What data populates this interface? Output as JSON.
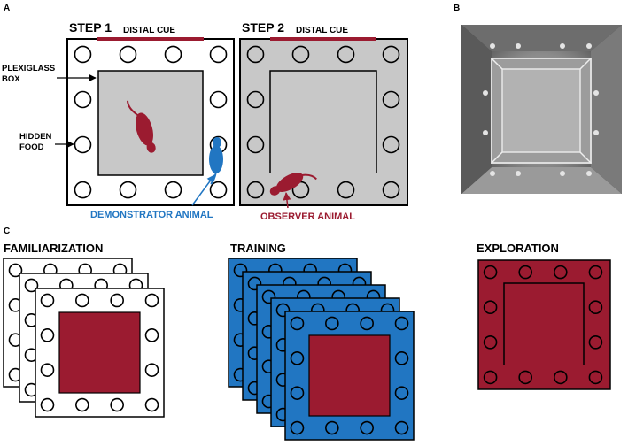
{
  "panels": {
    "a_letter": "A",
    "b_letter": "B",
    "c_letter": "C"
  },
  "step1": {
    "title": "STEP 1",
    "cue": "DISTAL CUE",
    "plexiglass_label_line1": "PLEXIGLASS",
    "plexiglass_label_line2": "BOX",
    "food_label_line1": "HIDDEN",
    "food_label_line2": "FOOD",
    "demonstrator_label": "DEMONSTRATOR ANIMAL"
  },
  "step2": {
    "title": "STEP 2",
    "cue": "DISTAL CUE",
    "observer_label": "OBSERVER ANIMAL"
  },
  "phases": {
    "familiarization": "FAMILIARIZATION",
    "training": "TRAINING",
    "exploration": "EXPLORATION"
  },
  "colors": {
    "crimson": "#9b1b30",
    "blue": "#2176c2",
    "gray_fill": "#c8c8c8",
    "cue_bar": "#9b1b30"
  },
  "stack_counts": {
    "familiarization": 3,
    "training": 5
  }
}
